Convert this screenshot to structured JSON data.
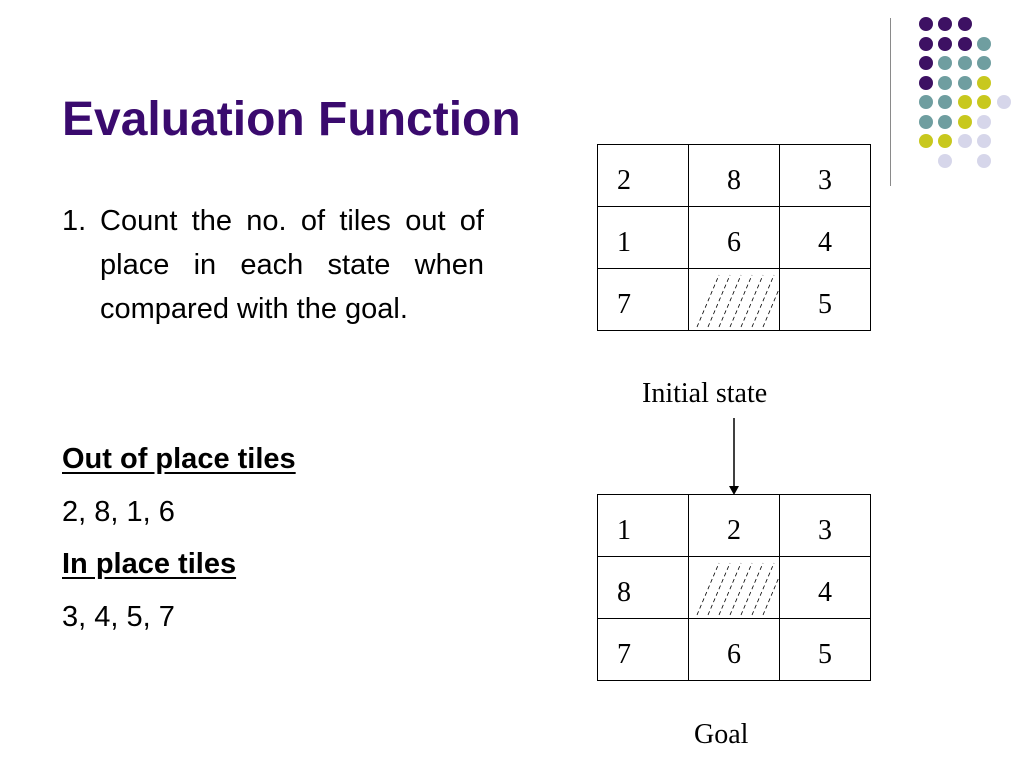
{
  "slide": {
    "title": "Evaluation Function",
    "item_number": "1.",
    "item_text": "Count the no. of tiles out of place in each state when compared with the goal.",
    "out_heading": "Out of place tiles",
    "out_values": "2, 8, 1, 6",
    "in_heading": "In place tiles",
    "in_values": "3, 4, 5, 7"
  },
  "initial": {
    "caption": "Initial state",
    "rows": [
      [
        "2",
        "8",
        "3"
      ],
      [
        "1",
        "6",
        "4"
      ],
      [
        "7",
        "",
        "5"
      ]
    ]
  },
  "goal": {
    "caption": "Goal",
    "rows": [
      [
        "1",
        "2",
        "3"
      ],
      [
        "8",
        "",
        "4"
      ],
      [
        "7",
        "6",
        "5"
      ]
    ]
  },
  "colors": {
    "title": "#3a0a6e",
    "dot_purple": "#3d1163",
    "dot_teal": "#6f9ea0",
    "dot_olive": "#c8c81e",
    "dot_lavender": "#d6d6ea"
  }
}
